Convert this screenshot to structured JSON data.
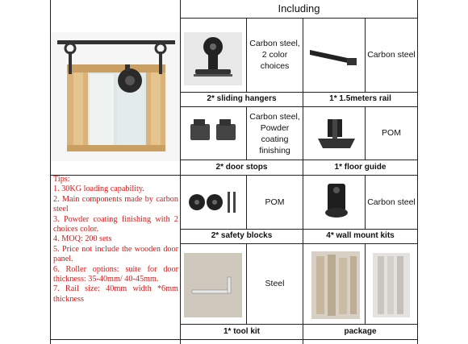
{
  "title": "Including",
  "items": [
    {
      "material": "Carbon steel,\n2 color\nchoices",
      "caption": "2* sliding hangers"
    },
    {
      "material": "Carbon steel",
      "caption": "1* 1.5meters rail"
    },
    {
      "material": "Carbon steel,\nPowder\ncoating\nfinishing",
      "caption": "2* door stops"
    },
    {
      "material": "POM",
      "caption": "1* floor guide"
    },
    {
      "material": "POM",
      "caption": "2* safety blocks"
    },
    {
      "material": "Carbon steel",
      "caption": "4* wall mount kits"
    },
    {
      "material": "Steel",
      "caption": "1* tool kit"
    },
    {
      "material": "",
      "caption": "package"
    }
  ],
  "tips": [
    "Tips:",
    "1. 30KG loading capability.",
    "2. Main components made by carbon steel",
    "3. Powder coating finishing with 2 choices color.",
    "4. MOQ: 200 sets",
    "5. Price not include the wooden door panel.",
    "6. Roller options: suite for door thickness: 35-40mm/ 40-45mm.",
    "7. Rail size: 40mm width *6mm thickness"
  ],
  "colors": {
    "tips_text": "#d21a1a",
    "grid": "#222222"
  }
}
